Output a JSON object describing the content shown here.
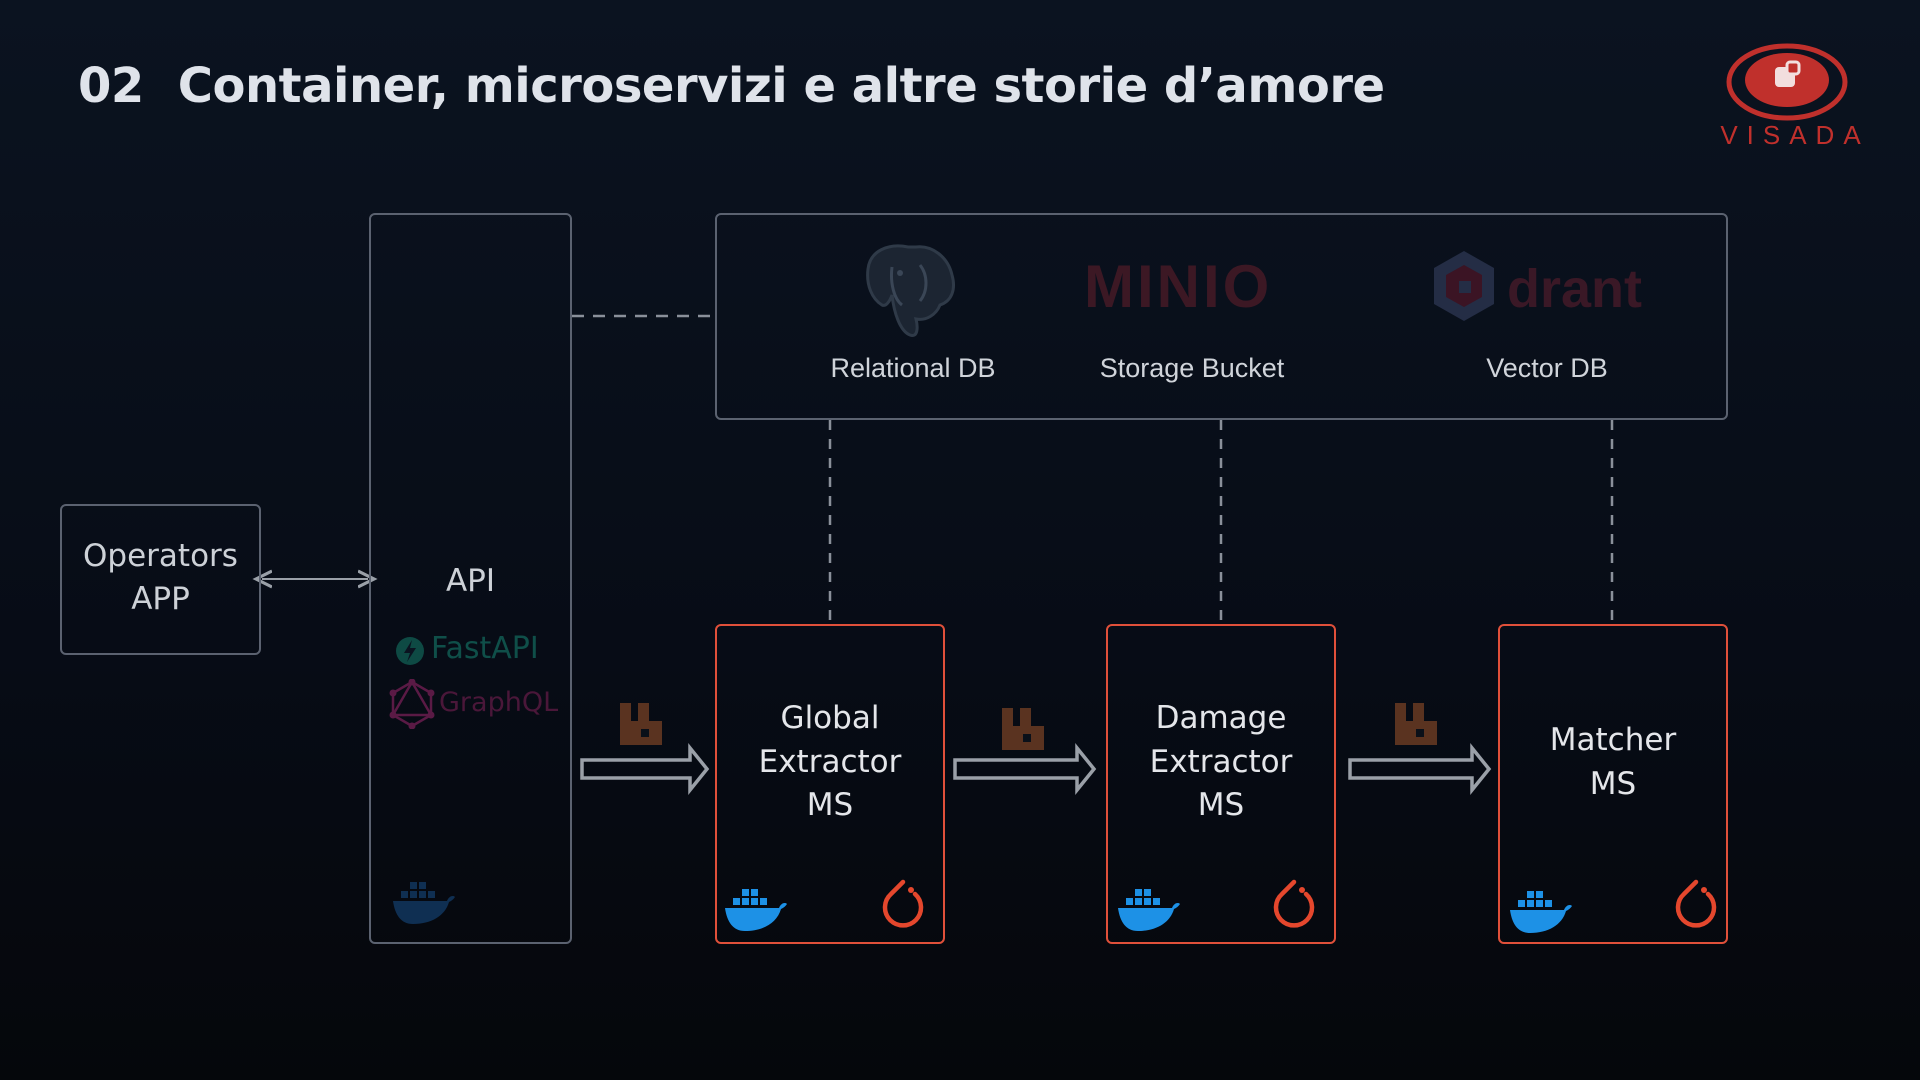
{
  "header": {
    "section_number": "02",
    "title": "Container, microservizi e altre storie d’amore"
  },
  "logo": {
    "text": "VISADA",
    "color": "#c0302c",
    "icon": "visada-logo"
  },
  "operators": {
    "line1": "Operators",
    "line2": "APP"
  },
  "api": {
    "label": "API",
    "framework_1": "FastAPI",
    "framework_2": "GraphQL",
    "framework_1_icon": "fastapi-icon",
    "framework_2_icon": "graphql-icon",
    "container_icon": "docker-icon"
  },
  "storage": {
    "relational": {
      "label": "Relational DB",
      "icon": "postgresql-icon"
    },
    "bucket": {
      "label": "Storage Bucket",
      "brand": "MINIO",
      "icon": "minio-logo"
    },
    "vector": {
      "label": "Vector DB",
      "brand": "drant",
      "icon": "qdrant-logo"
    }
  },
  "services": [
    {
      "line1": "Global",
      "line2": "Extractor",
      "line3": "MS"
    },
    {
      "line1": "Damage",
      "line2": "Extractor",
      "line3": "MS"
    },
    {
      "line1": "Matcher",
      "line2": "MS"
    }
  ],
  "colors": {
    "accent_border": "#e0503a",
    "neutral_border": "#5b6270",
    "docker": "#1d91e6",
    "pytorch": "#e4472d",
    "queue": "#5a3320"
  }
}
